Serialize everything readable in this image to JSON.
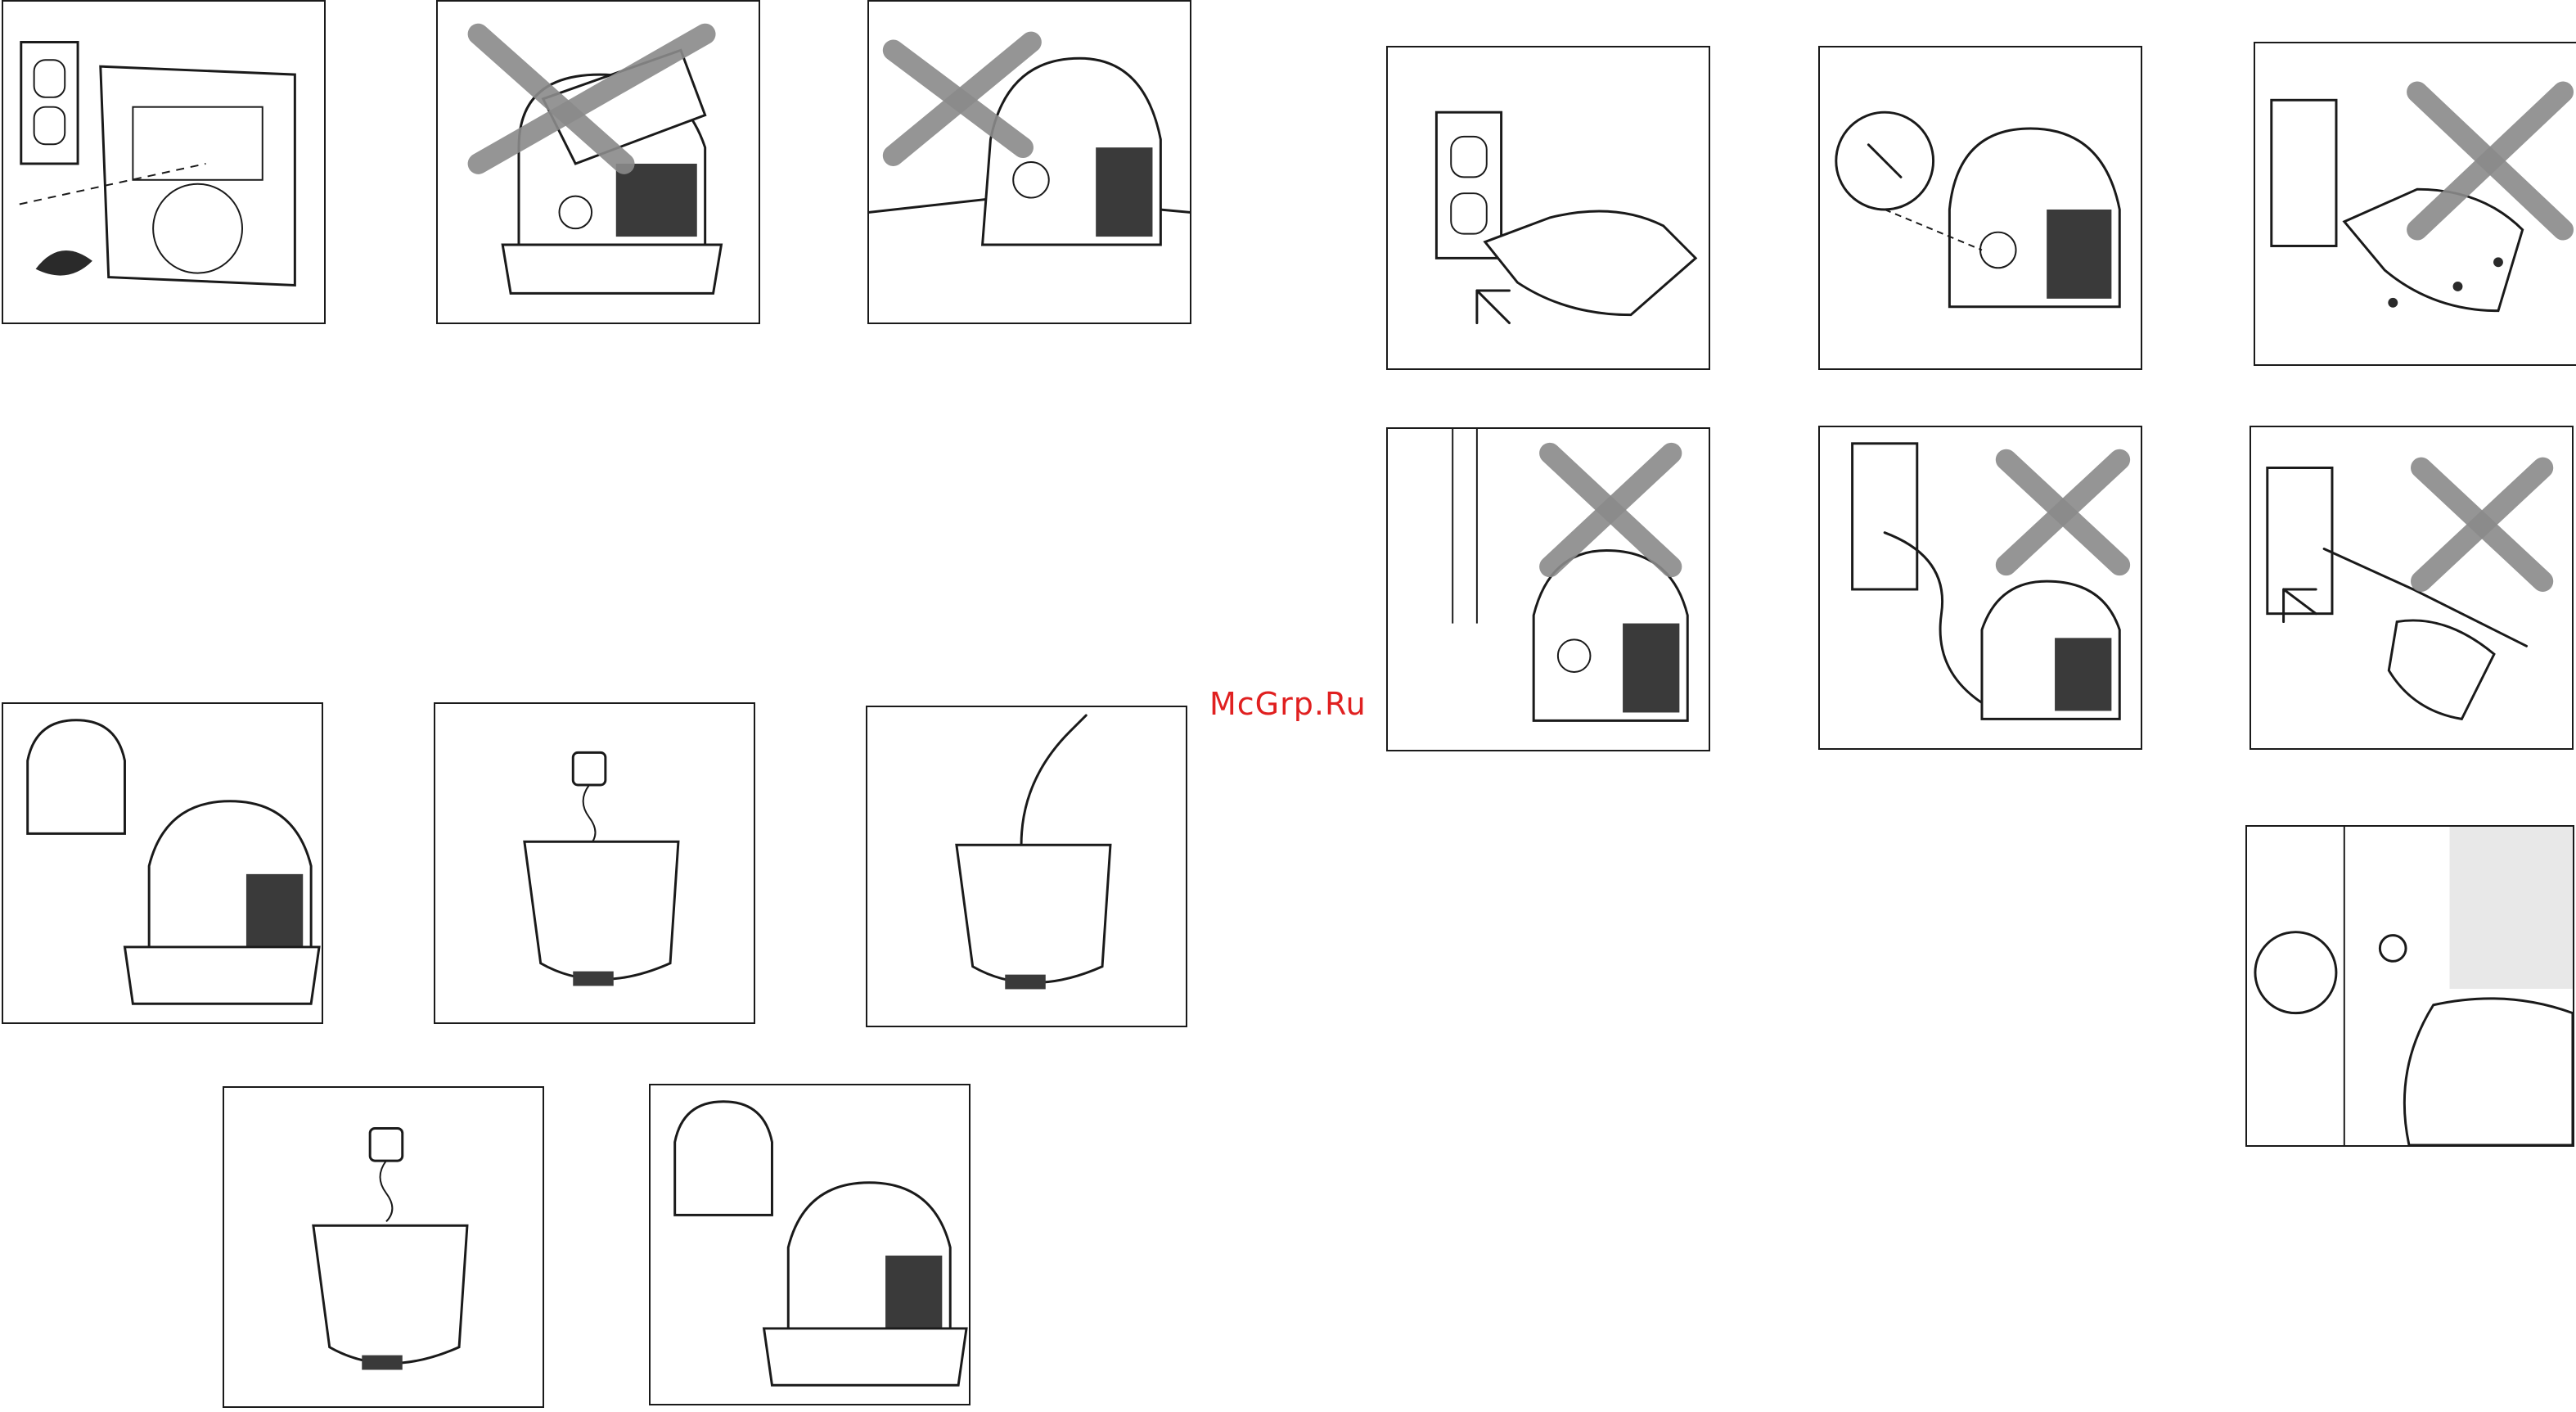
{
  "watermark": {
    "text": "McGrp.Ru"
  },
  "colors": {
    "line": "#1a1a1a",
    "cross": "#8a8a8a",
    "watermark": "#e02020"
  },
  "panels": [
    {
      "name": "wall-mount-bracket-with-outlet",
      "icon": "eye-icon"
    },
    {
      "name": "do-not-cover-heater",
      "icon": "prohibited-x-icon"
    },
    {
      "name": "do-not-place-near-edge",
      "icon": "prohibited-x-icon"
    },
    {
      "name": "plug-into-outlet",
      "icon": "arrow-icon"
    },
    {
      "name": "thermostat-knob-detail",
      "icon": "knob-icon"
    },
    {
      "name": "do-not-handle-plug-with-wet-hands",
      "icon": "prohibited-x-icon"
    },
    {
      "name": "do-not-place-under-curtains",
      "icon": "prohibited-x-icon"
    },
    {
      "name": "do-not-run-cord-under-unit",
      "icon": "prohibited-x-icon"
    },
    {
      "name": "do-not-pull-cord",
      "icon": "prohibited-x-icon"
    },
    {
      "name": "remove-tank-from-heater",
      "icon": "tank-icon"
    },
    {
      "name": "unscrew-tank-cap",
      "icon": "cap-icon"
    },
    {
      "name": "fill-tank-with-water",
      "icon": "hose-icon"
    },
    {
      "name": "screw-tank-cap",
      "icon": "cap-icon"
    },
    {
      "name": "reinsert-tank",
      "icon": "tank-icon"
    },
    {
      "name": "press-power-button",
      "icon": "finger-icon"
    }
  ]
}
